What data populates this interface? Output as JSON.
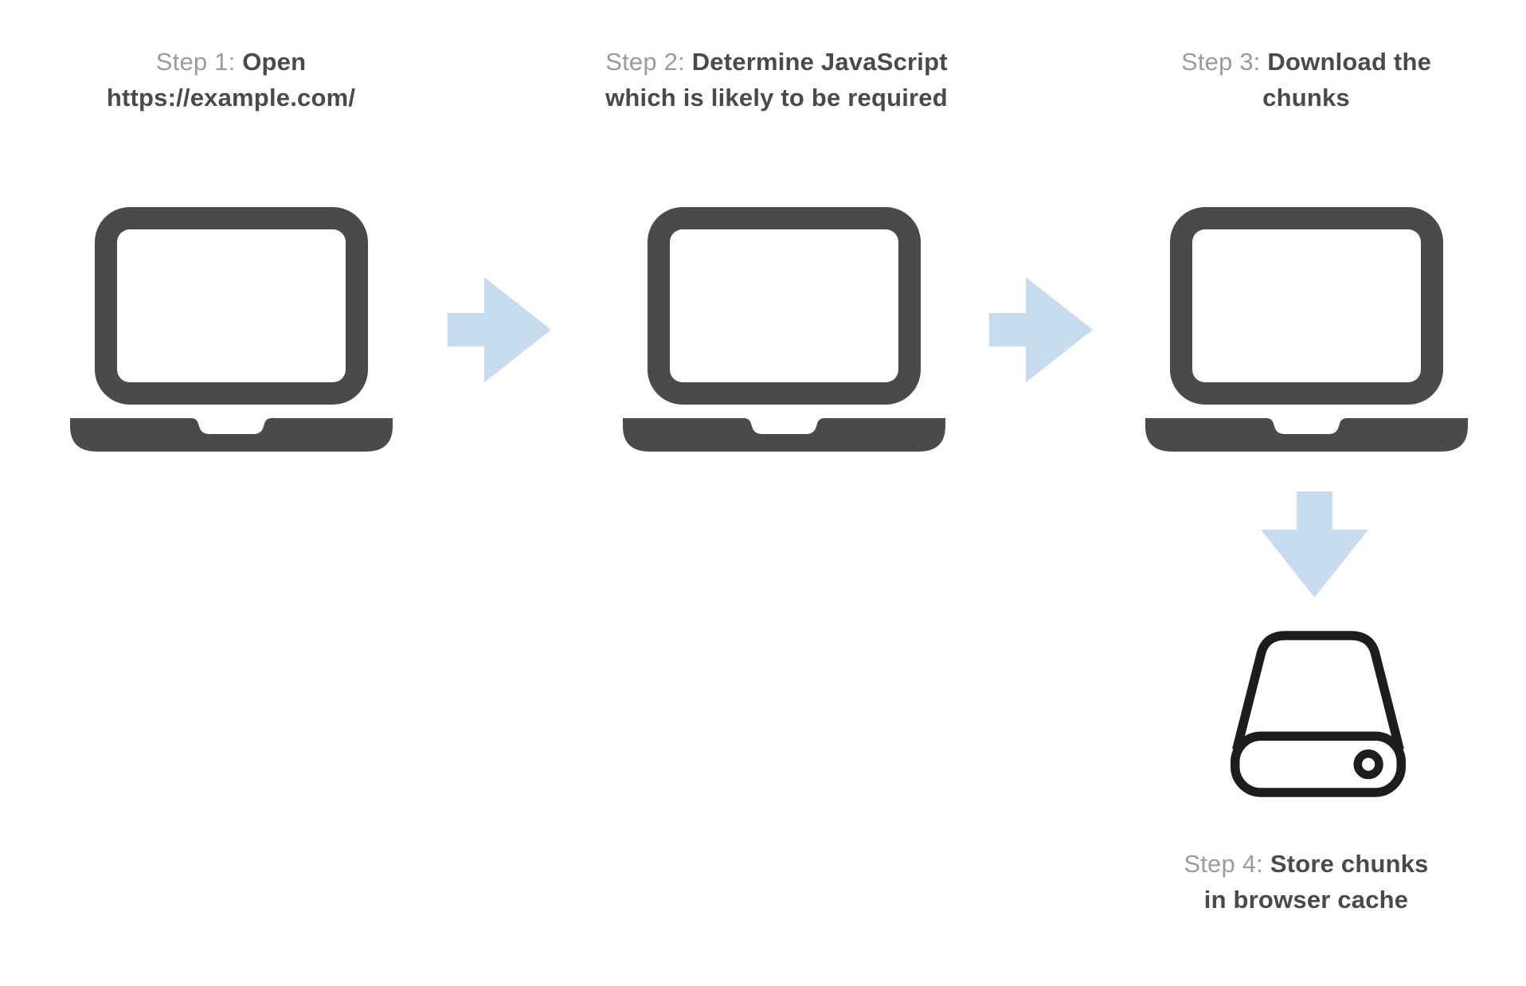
{
  "diagram": {
    "background": "#ffffff",
    "steps": [
      {
        "number": 1,
        "icon": "laptop",
        "lines": [
          {
            "plain": "Step 1:",
            "bold": "Open"
          },
          {
            "plain": "",
            "bold": "https://example.com/"
          }
        ]
      },
      {
        "number": 2,
        "icon": "laptop",
        "lines": [
          {
            "plain": "Step 2:",
            "bold": "Determine JavaScript"
          },
          {
            "plain": "",
            "bold": "which is likely to be required"
          }
        ]
      },
      {
        "number": 3,
        "icon": "laptop",
        "lines": [
          {
            "plain": "Step 3:",
            "bold": "Download the"
          },
          {
            "plain": "",
            "bold": "chunks"
          }
        ]
      },
      {
        "number": 4,
        "icon": "hard-drive",
        "lines": [
          {
            "plain": "Step 4:",
            "bold": "Store chunks"
          },
          {
            "plain": "",
            "bold": "in browser cache"
          }
        ]
      }
    ],
    "connections": [
      {
        "from": 1,
        "to": 2,
        "direction": "right"
      },
      {
        "from": 2,
        "to": 3,
        "direction": "right"
      },
      {
        "from": 3,
        "to": 4,
        "direction": "down"
      }
    ],
    "colors": {
      "laptop_gray": "#4a4a4a",
      "drive_outline": "#1d1d1d",
      "arrow_blue": "#c7dcee",
      "label_prefix_gray": "#9b9b9b",
      "label_bold_dark": "#4a4a4a"
    }
  }
}
